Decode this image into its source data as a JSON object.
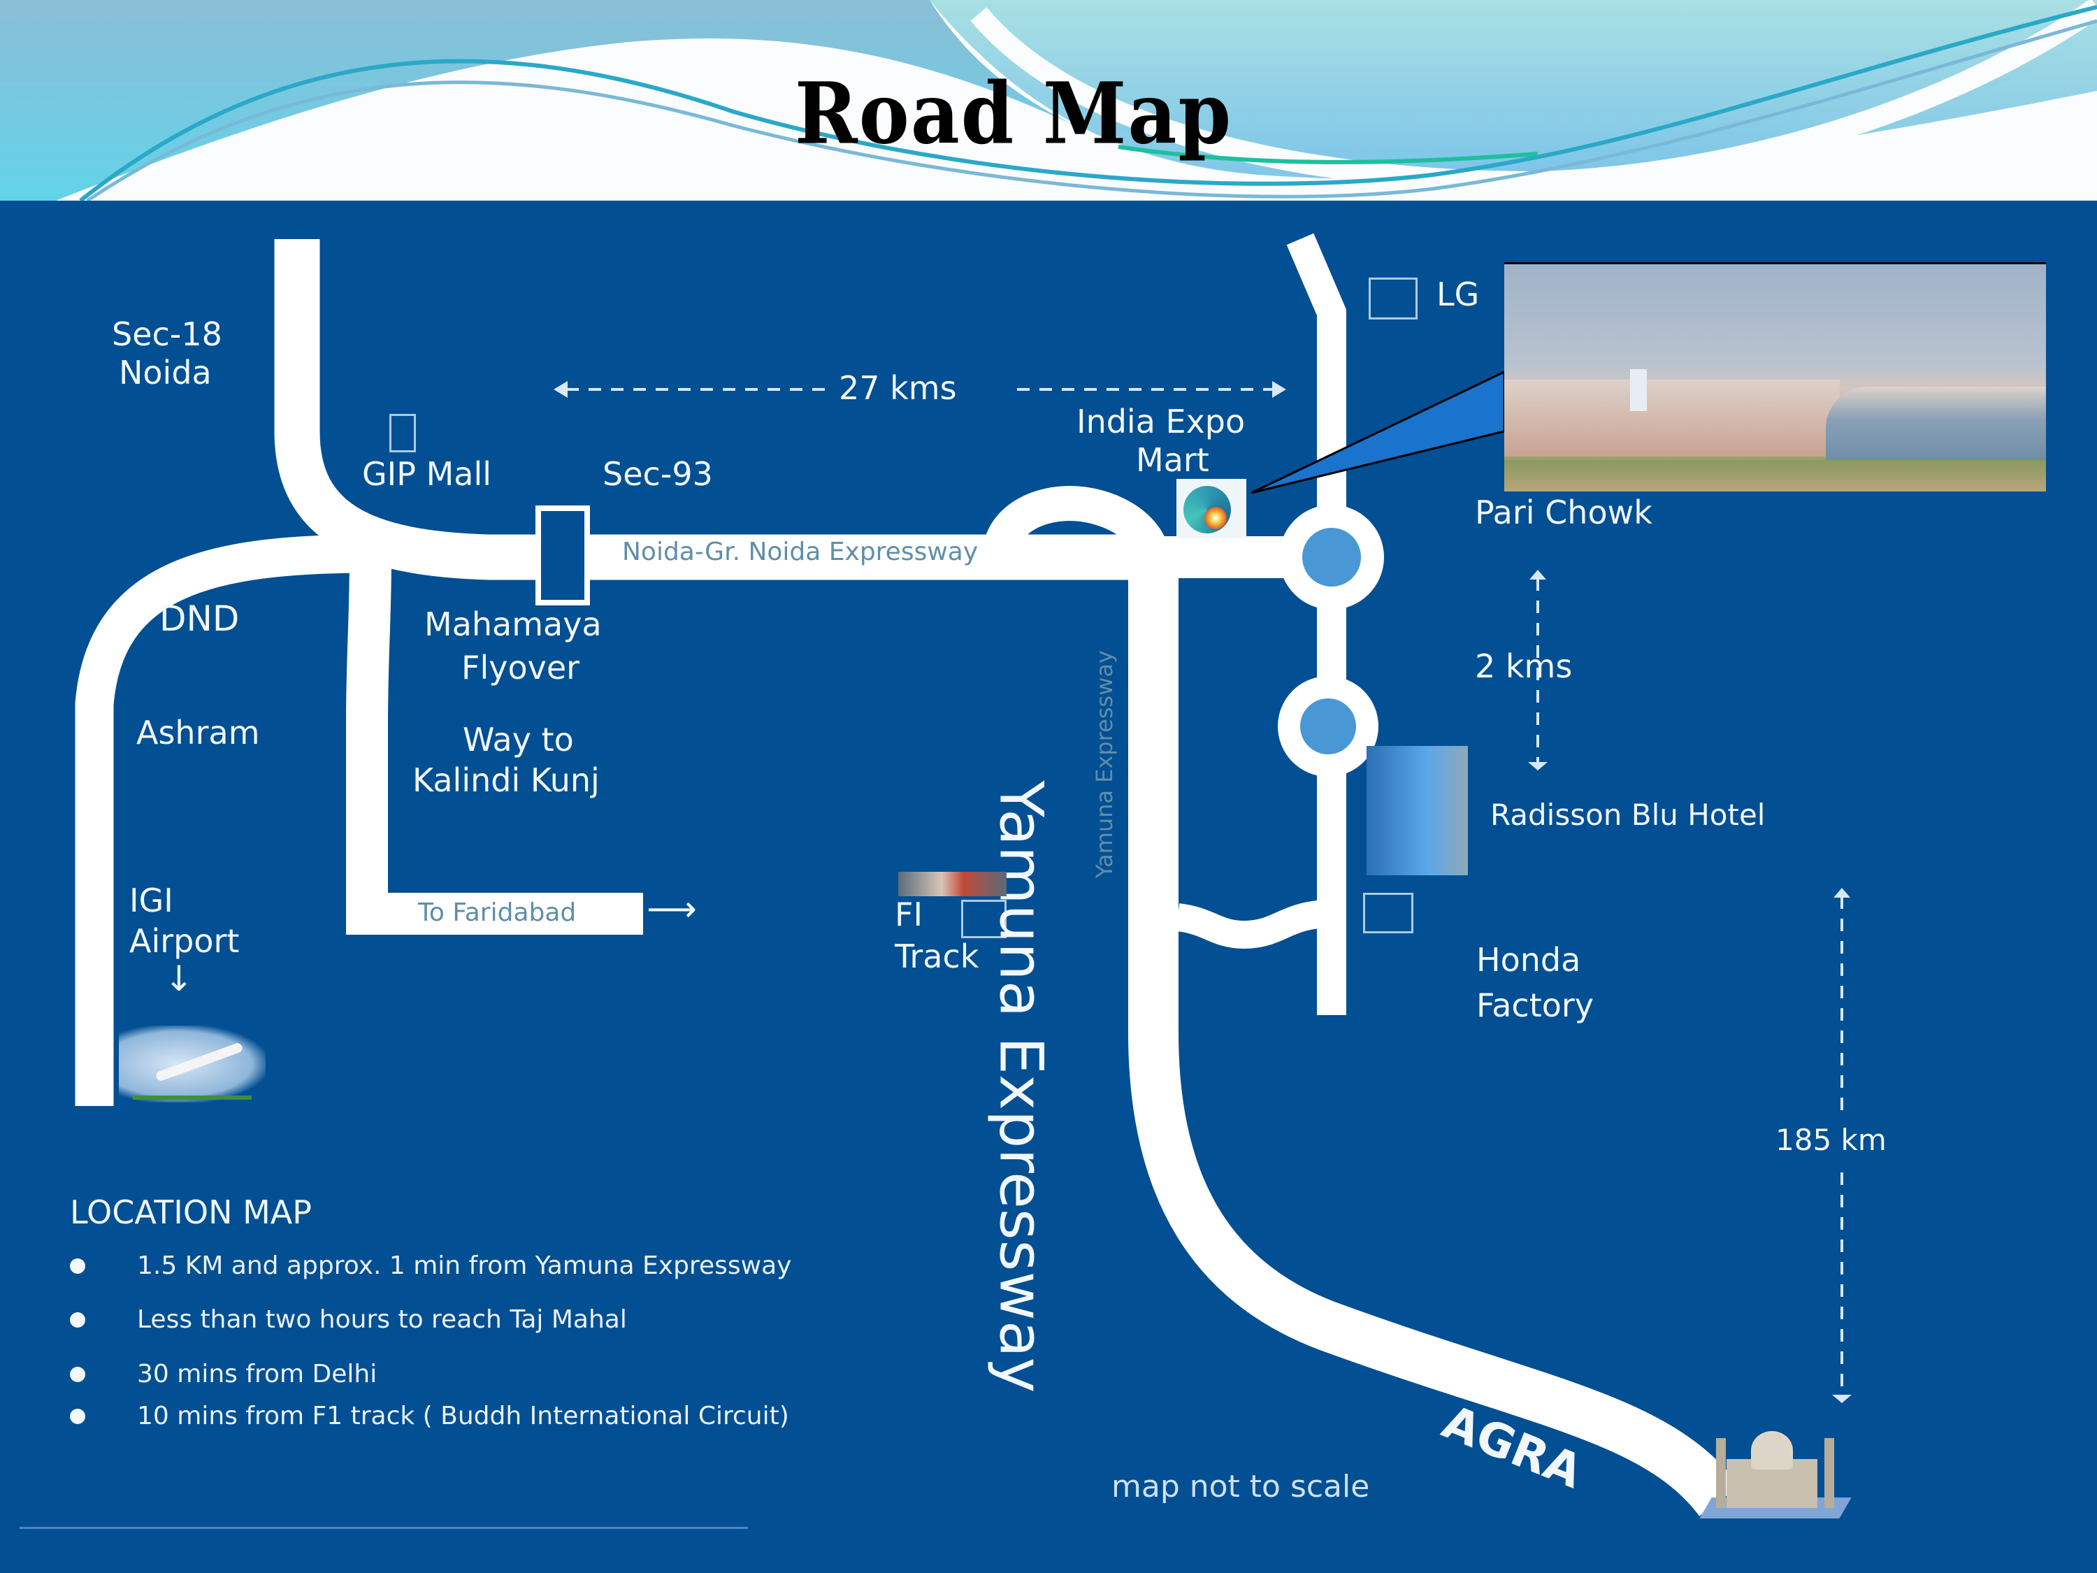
{
  "header": {
    "title": "Road  Map"
  },
  "map": {
    "labels": {
      "sec18": "Sec-18",
      "noida": "Noida",
      "gip_mall": "GIP Mall",
      "sec93": "Sec-93",
      "distance_27": "27 kms",
      "india_expo_1": "India Expo",
      "india_expo_2": "Mart",
      "lg": "LG",
      "pari_chowk": "Pari Chowk",
      "distance_2": "2 kms",
      "radisson": "Radisson Blu Hotel",
      "honda_1": "Honda",
      "honda_2": "Factory",
      "distance_185": "185 km",
      "dnd": "DND",
      "ashram": "Ashram",
      "mahamaya_1": "Mahamaya",
      "mahamaya_2": "Flyover",
      "kalindi_1": "Way to",
      "kalindi_2": "Kalindi Kunj",
      "igi_1": "IGI",
      "igi_2": "Airport",
      "igi_arrow": "↓",
      "faridabad": "To Faridabad",
      "faridabad_arrow": "⟶",
      "f1_1": "FI",
      "f1_2": "Track",
      "yamuna_big": "Yamuna Expressway",
      "yamuna_small": "Yamuna Expressway",
      "noida_expressway": "Noida-Gr. Noida Expressway",
      "agra": "AGRA",
      "not_to_scale": "map not to scale"
    },
    "icons": {
      "airport": "airplane-image",
      "expo": "india-expo-logo",
      "hotel": "radisson-building-image",
      "f1": "f1-car-image",
      "agra": "taj-mahal-image",
      "expo_photo": "india-expo-centre-photo"
    },
    "colors": {
      "background": "#034f93",
      "road": "#ffffff",
      "roundabout": "#4a97d6",
      "road_label": "#5f8ea9",
      "text": "#f1f7fa"
    }
  },
  "legend": {
    "title": "LOCATION MAP",
    "items": [
      "1.5 KM and approx. 1 min from Yamuna Expressway",
      "Less than two hours to reach Taj Mahal",
      "30 mins from Delhi",
      "10 mins from F1 track ( Buddh International Circuit)"
    ]
  }
}
